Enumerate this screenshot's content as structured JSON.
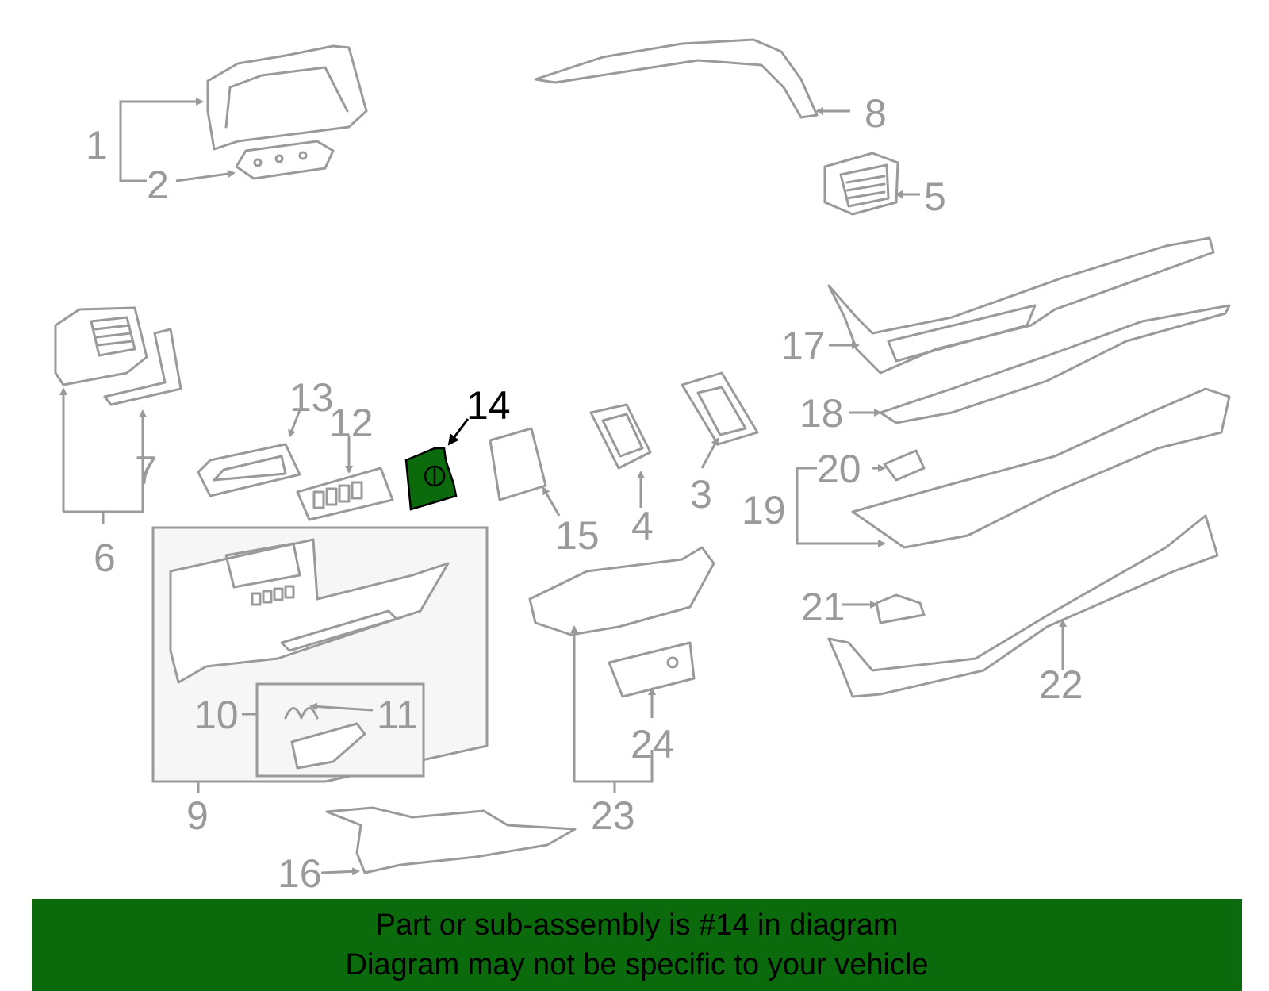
{
  "labels": {
    "l1": "1",
    "l2": "2",
    "l3": "3",
    "l4": "4",
    "l5": "5",
    "l6": "6",
    "l7": "7",
    "l8": "8",
    "l9": "9",
    "l10": "10",
    "l11": "11",
    "l12": "12",
    "l13": "13",
    "l14": "14",
    "l15": "15",
    "l16": "16",
    "l17": "17",
    "l18": "18",
    "l19": "19",
    "l20": "20",
    "l21": "21",
    "l22": "22",
    "l23": "23",
    "l24": "24"
  },
  "highlighted_part": "14",
  "colors": {
    "highlight": "#0b6a0b",
    "banner": "#0b6a0b",
    "line": "#9a9a9a"
  },
  "banner": {
    "line1": "Part or sub-assembly is #14 in diagram",
    "line2": "Diagram may not be specific to your vehicle"
  }
}
